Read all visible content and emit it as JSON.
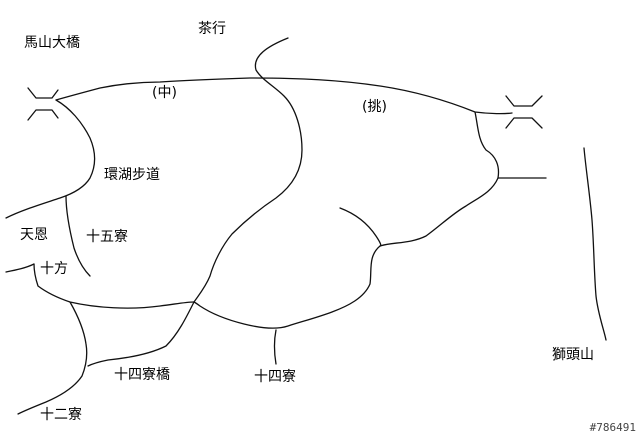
{
  "labels": {
    "mashan_bridge": "馬山大橋",
    "chahang": "茶行",
    "zhong": "(中)",
    "tiao": "(挑)",
    "lakeside_trail": "環湖步道",
    "tianen": "天恩",
    "shiwuliao": "十五寮",
    "shifang": "十方",
    "shisiliao_bridge": "十四寮橋",
    "shisiliao": "十四寮",
    "shierliao": "十二寮",
    "shitoushan": "獅頭山"
  },
  "watermark": "#786491"
}
